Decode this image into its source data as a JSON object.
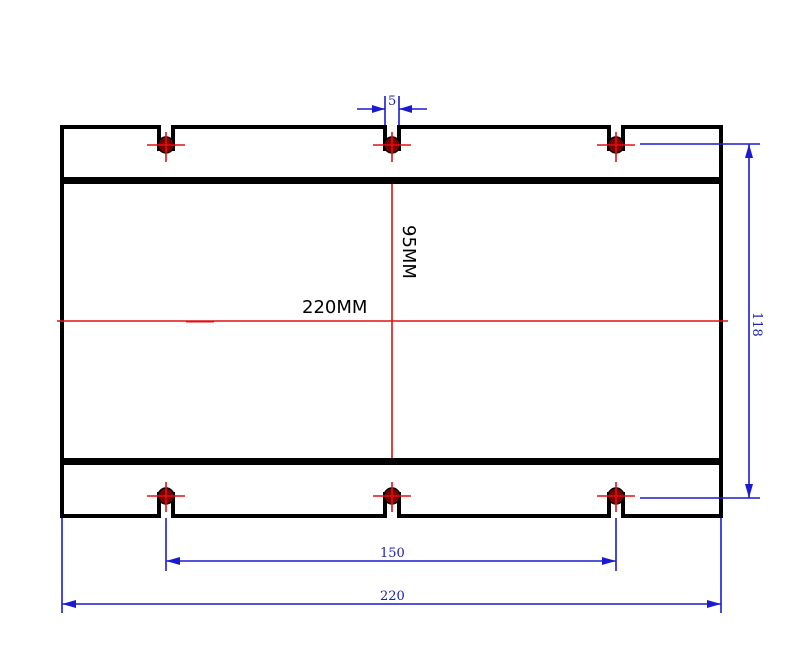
{
  "colors": {
    "outline": "#000000",
    "centerline": "#e01010",
    "dimension": "#1a1ad0",
    "dimension_text": "#2020b0"
  },
  "labels": {
    "width_label": "220MM",
    "height_label": "95MM"
  },
  "dimensions": {
    "slot_width": "5",
    "overall_height": "118",
    "hole_spacing": "150",
    "overall_width": "220"
  }
}
